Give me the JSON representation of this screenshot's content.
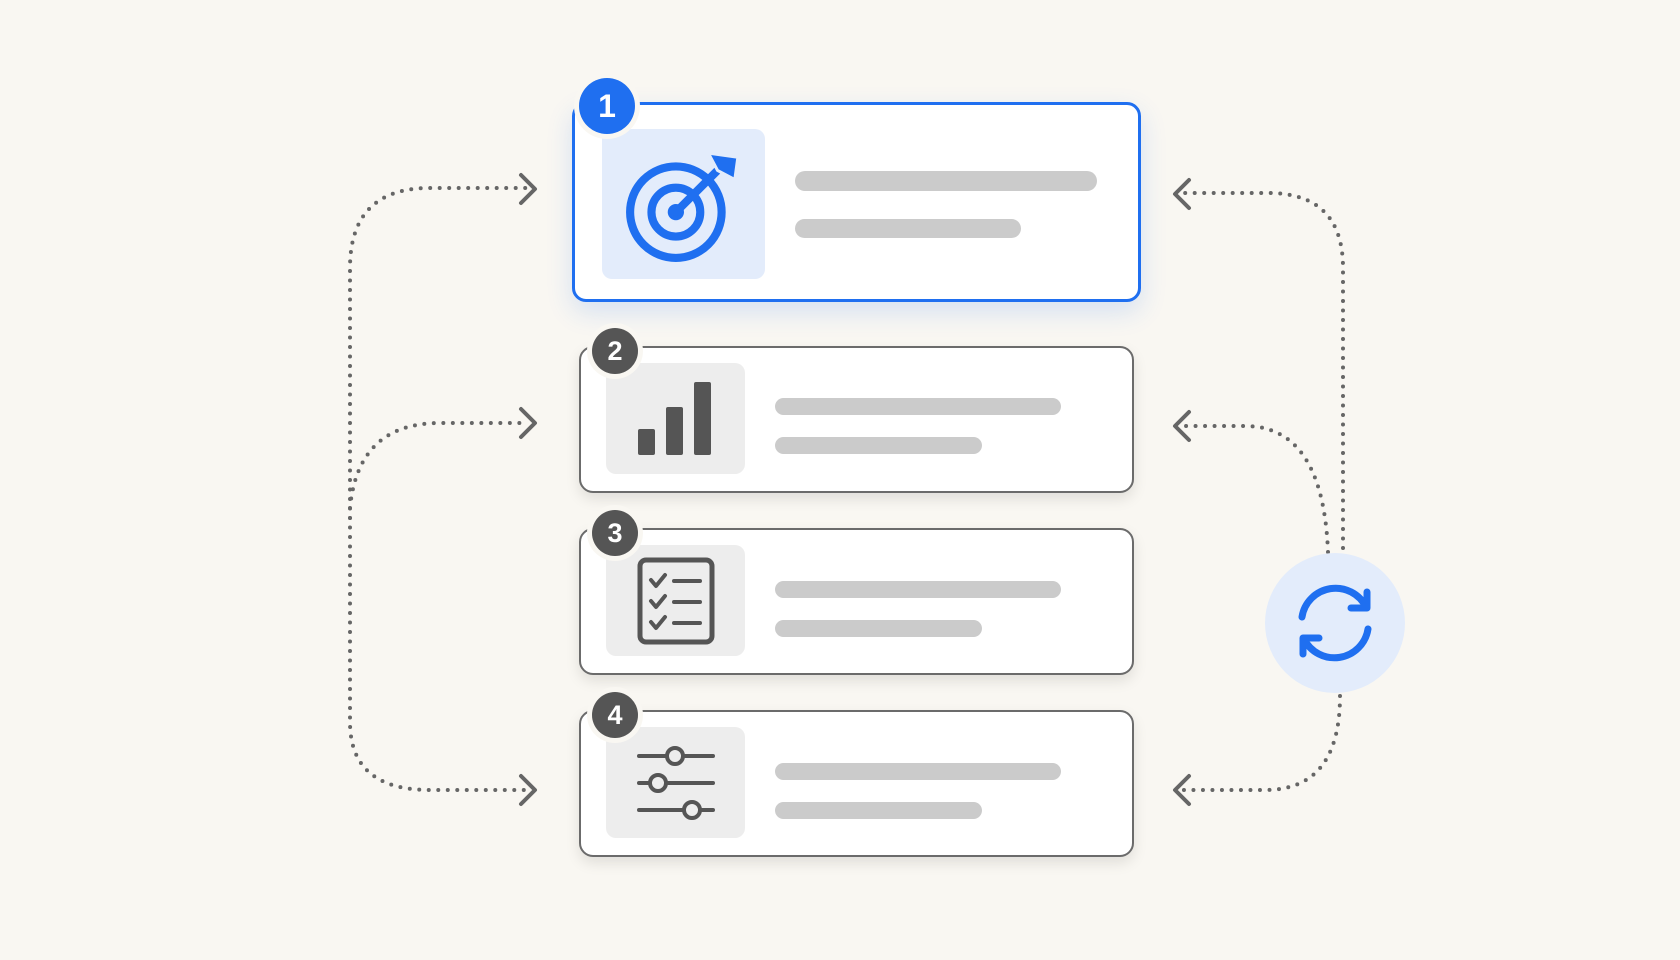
{
  "steps": [
    {
      "number": "1",
      "icon": "target-arrow-icon",
      "state": "active"
    },
    {
      "number": "2",
      "icon": "bar-chart-icon",
      "state": "default"
    },
    {
      "number": "3",
      "icon": "checklist-icon",
      "state": "default"
    },
    {
      "number": "4",
      "icon": "sliders-icon",
      "state": "default"
    }
  ],
  "cycle": {
    "icon": "refresh-cycle-icon"
  },
  "colors": {
    "background": "#f9f7f2",
    "accent": "#1f6ff0",
    "accent_tint": "#e3ecfb",
    "neutral": "#555555",
    "placeholder": "#cbcbcb",
    "connector": "#666666"
  }
}
